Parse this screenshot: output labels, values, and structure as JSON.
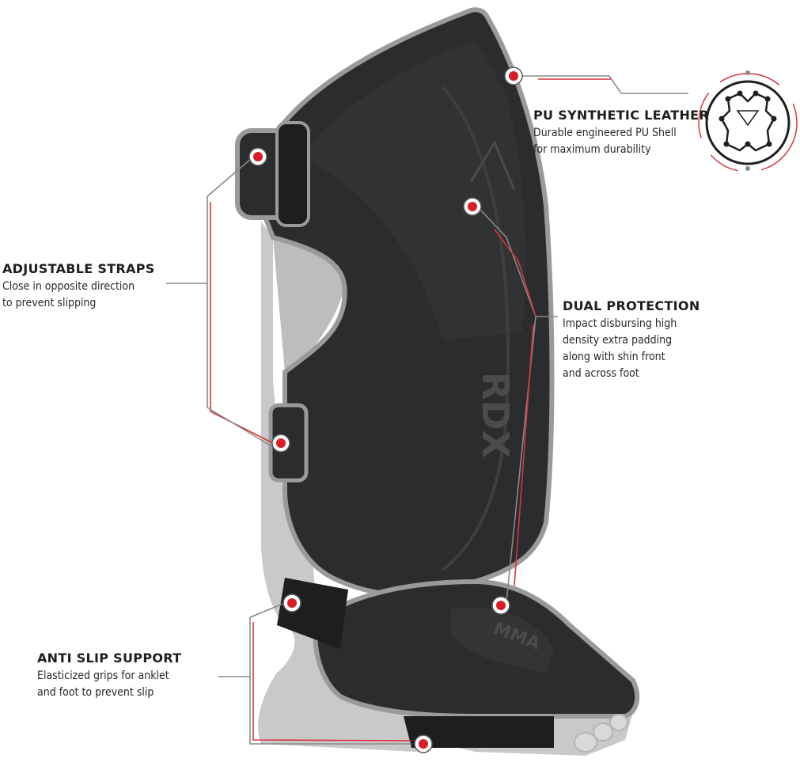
{
  "callouts": {
    "pu_leather": {
      "title": "PU SYNTHETIC LEATHER",
      "lines": [
        "Durable engineered PU Shell",
        "for maximum durability"
      ]
    },
    "adjustable_straps": {
      "title": "ADJUSTABLE STRAPS",
      "lines": [
        "Close in opposite direction",
        "to prevent slipping"
      ]
    },
    "dual_protection": {
      "title": "DUAL PROTECTION",
      "lines": [
        "Impact disbursing high",
        "density extra padding",
        "along with shin front",
        "and across foot"
      ]
    },
    "anti_slip": {
      "title": "ANTI SLIP SUPPORT",
      "lines": [
        "Elasticized grips for anklet",
        "and foot to prevent slip"
      ]
    }
  },
  "product": {
    "brand_marks": [
      "RDX",
      "MMA"
    ]
  },
  "colors": {
    "shell": "#2b2c2e",
    "shell_highlight": "#3a3b3d",
    "piping": "#9a9a9a",
    "leg": "#c9c9c9",
    "marker": "#d81d27",
    "leader_red": "#d8343c",
    "leader_gray": "#8a8a8a"
  },
  "icons": {
    "leather_badge": "leather-hide-icon"
  }
}
